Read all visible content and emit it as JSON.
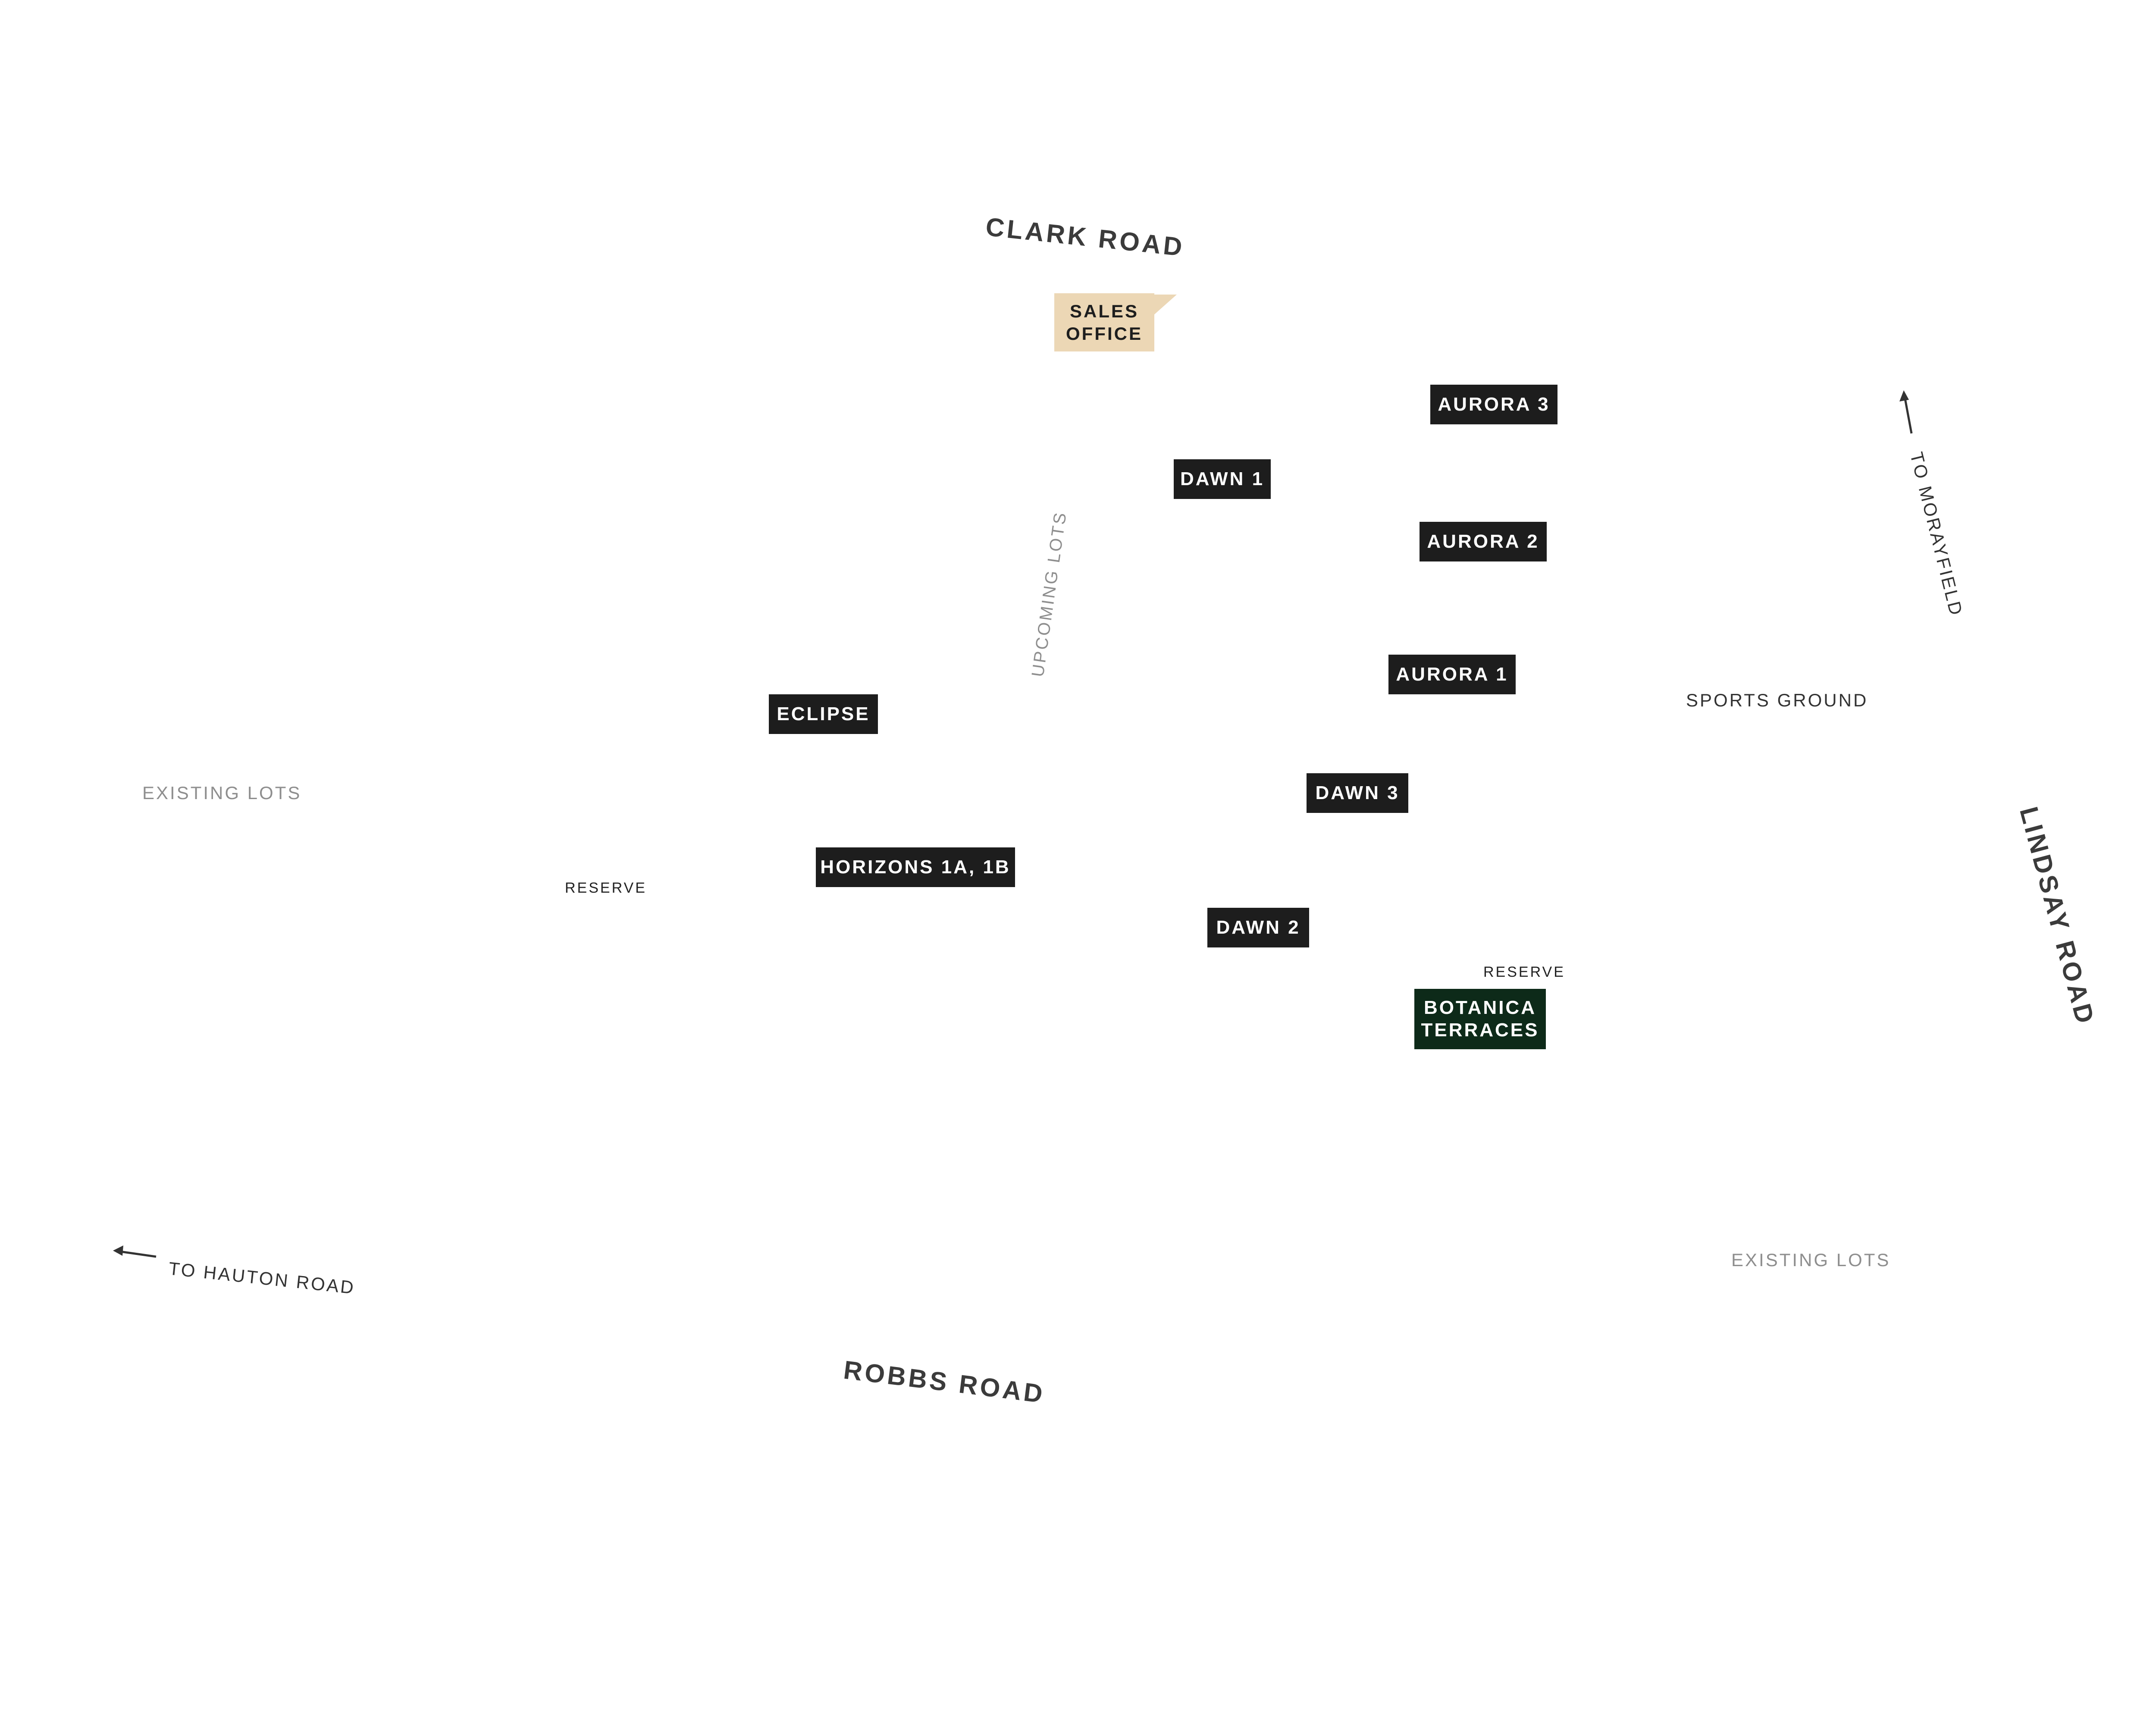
{
  "roads": {
    "clark": "CLARK ROAD",
    "robbs": "ROBBS ROAD",
    "lindsay": "LINDSAY ROAD",
    "to_morayfield": "TO MORAYFIELD",
    "to_hauton": "TO HAUTON ROAD"
  },
  "areas": {
    "existing_lots_west": "EXISTING LOTS",
    "existing_lots_east": "EXISTING LOTS",
    "sports_ground": "SPORTS GROUND",
    "upcoming_lots": "UPCOMING  LOTS",
    "reserve_west": "RESERVE",
    "reserve_east": "RESERVE"
  },
  "sales_office": {
    "line1": "SALES",
    "line2": "OFFICE"
  },
  "stages": {
    "aurora_3": "AURORA 3",
    "dawn_1": "DAWN 1",
    "aurora_2": "AURORA 2",
    "aurora_1": "AURORA 1",
    "eclipse": "ECLIPSE",
    "dawn_3": "DAWN 3",
    "horizons": "HORIZONS 1A, 1B",
    "dawn_2": "DAWN 2",
    "botanica_line1": "BOTANICA",
    "botanica_line2": "TERRACES"
  },
  "colors": {
    "stage_label": "#1d1d1d",
    "botanica_label": "#0d2a19",
    "sales_office": "#ecd7b5",
    "road_text": "#3b3b3b",
    "area_text": "#8e8e8e"
  }
}
